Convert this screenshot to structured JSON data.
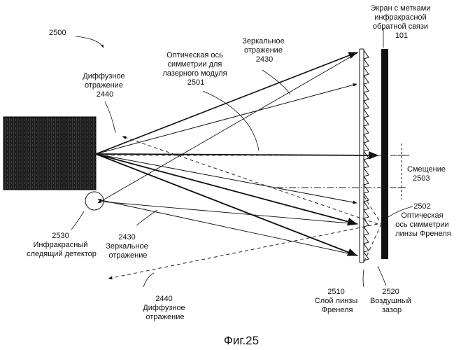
{
  "figure": {
    "ref_2500": "2500",
    "caption": "Фиг.25"
  },
  "labels": {
    "screen": [
      "Экран с метками",
      "инфракрасной",
      "обратной связи",
      "101"
    ],
    "specular_top": [
      "Зеркальное",
      "отражение",
      "2430"
    ],
    "optical_axis_laser": [
      "Оптическая ось",
      "симметрии для",
      "лазерного модуля",
      "2501"
    ],
    "diffuse_top": [
      "Диффузное",
      "отражение",
      "2440"
    ],
    "offset": [
      "Смещение",
      "2503"
    ],
    "fresnel_axis": [
      "2502",
      "Оптическая",
      "ось симметрии",
      "линзы Френеля"
    ],
    "detector": [
      "2530",
      "Инфракрасный",
      "следящий детектор"
    ],
    "specular_bottom": [
      "2430",
      "Зеркальное",
      "отражение"
    ],
    "diffuse_bottom": [
      "2440",
      "Диффузное",
      "отражение"
    ],
    "fresnel_layer": [
      "2510",
      "Слой линзы",
      "Френеля"
    ],
    "air_gap": [
      "2520",
      "Воздушный",
      "зазор"
    ]
  },
  "colors": {
    "line": "#111111",
    "screen": "#111111",
    "module": "#202020"
  }
}
